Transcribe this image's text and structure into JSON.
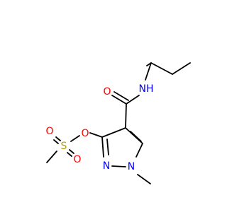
{
  "molecule": {
    "atoms": {
      "amide_oxygen": {
        "symbol": "O",
        "color": "#ff0000"
      },
      "amide_nh": {
        "symbol": "NH",
        "color": "#0000ff"
      },
      "ester_oxygen": {
        "symbol": "O",
        "color": "#ff0000"
      },
      "sulfur": {
        "symbol": "S",
        "color": "#b8a000"
      },
      "sulfonyl_oxygen_top": {
        "symbol": "O",
        "color": "#ff0000"
      },
      "sulfonyl_oxygen_bottom": {
        "symbol": "O",
        "color": "#ff0000"
      },
      "ring_n2": {
        "symbol": "N",
        "color": "#0000ff"
      },
      "ring_n1": {
        "symbol": "N",
        "color": "#0000ff"
      }
    }
  },
  "colors": {
    "bond": "#000000",
    "oxygen": "#ff0000",
    "nitrogen": "#0000ff",
    "sulfur": "#b8a000",
    "background": "#ffffff"
  }
}
